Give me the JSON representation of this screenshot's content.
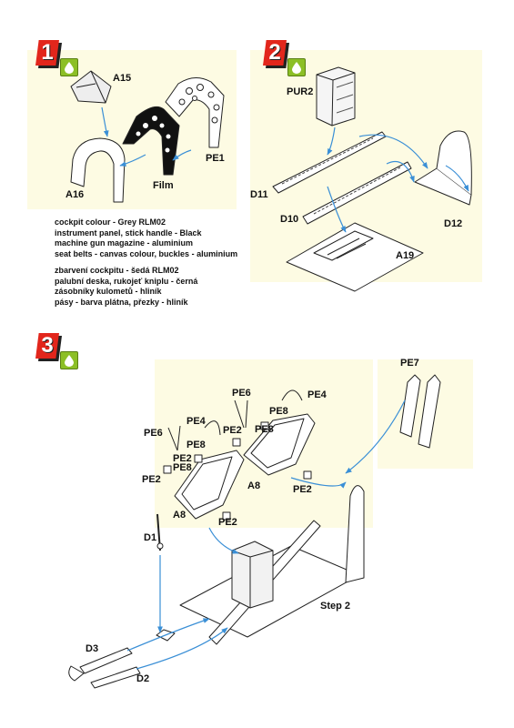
{
  "steps": [
    {
      "number": "1",
      "parts": [
        "A15",
        "A16",
        "Film",
        "PE1"
      ]
    },
    {
      "number": "2",
      "parts": [
        "PUR2",
        "D11",
        "D10",
        "D12",
        "A19"
      ]
    },
    {
      "number": "3",
      "parts": [
        "PE7",
        "PE6",
        "PE4",
        "PE8",
        "PE2",
        "PE6",
        "PE4",
        "PE8",
        "PE2",
        "PE8",
        "PE8",
        "PE2",
        "A8",
        "A8",
        "PE2",
        "PE2",
        "D1",
        "Step 2",
        "D3",
        "D2"
      ]
    }
  ],
  "notes_en": [
    "cockpit colour - Grey RLM02",
    "instrument panel, stick handle - Black",
    "machine gun magazine - aluminium",
    "seat belts - canvas colour, buckles - aluminium"
  ],
  "notes_cz": [
    "zbarvení cockpitu - šedá RLM02",
    "palubní deska, rukojeť kniplu - černá",
    "zásobníky kulometů - hliník",
    "pásy - barva plátna, přezky - hliník"
  ],
  "colors": {
    "badge": "#e2261c",
    "paint_icon": "#8cbf26",
    "panel_bg": "#fdfbe3",
    "arrow": "#3a8fd6"
  },
  "icons": [
    "paint-drop-icon"
  ]
}
